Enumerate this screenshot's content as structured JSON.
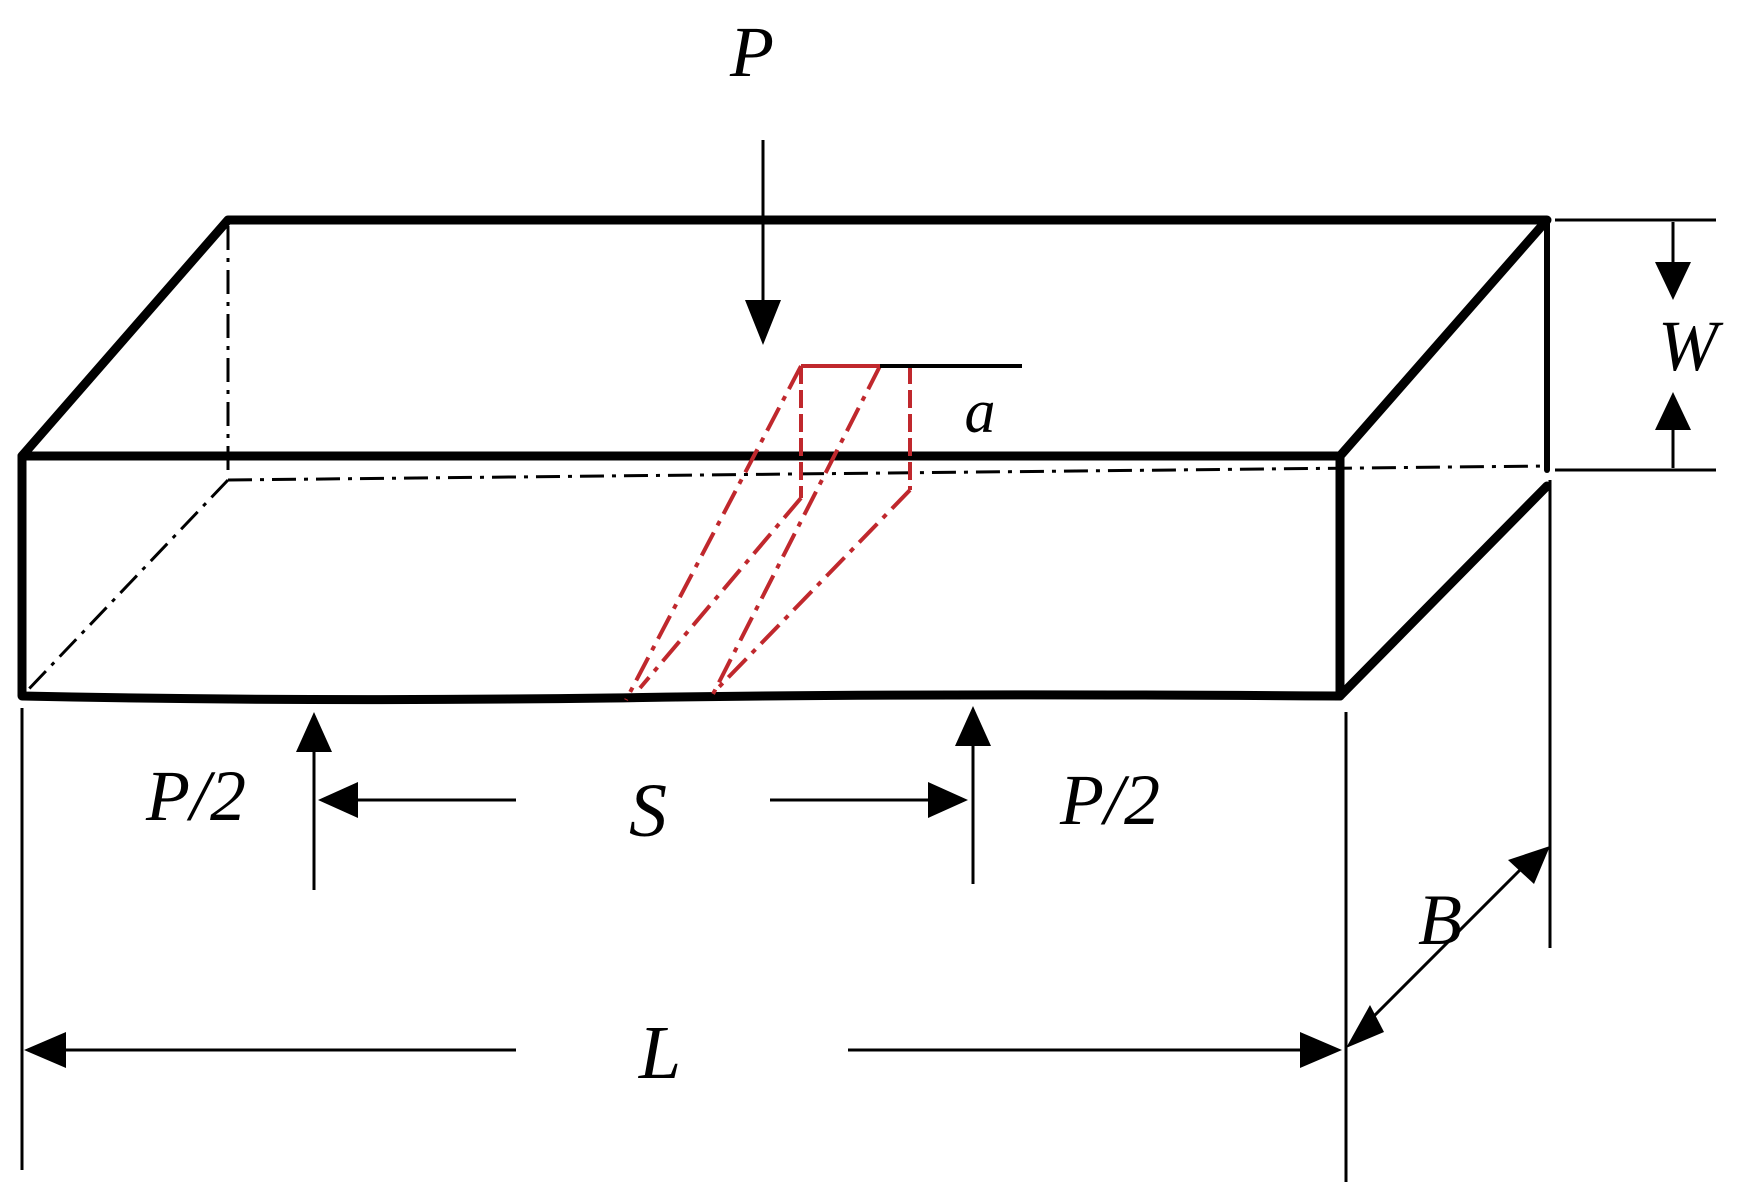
{
  "labels": {
    "load": "P",
    "crack_depth": "a",
    "width": "W",
    "half_load_left": "P/2",
    "span": "S",
    "half_load_right": "P/2",
    "thickness": "B",
    "length": "L"
  },
  "colors": {
    "outline": "#000000",
    "crack": "#c0282d",
    "background": "#ffffff"
  }
}
